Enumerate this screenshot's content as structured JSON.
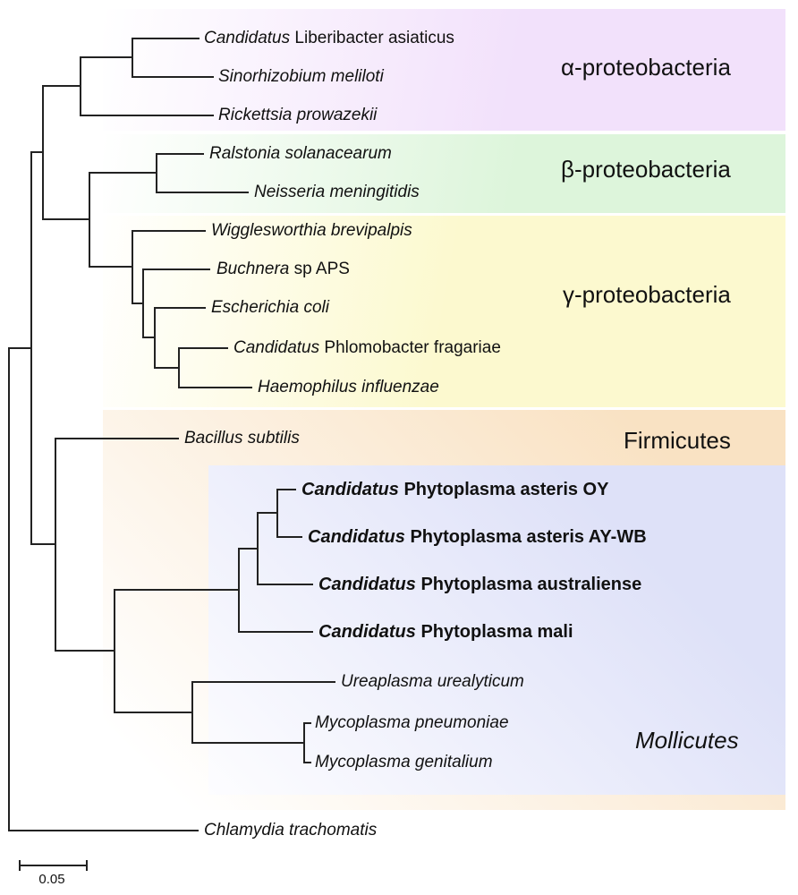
{
  "figure": {
    "type": "phylogenetic-tree",
    "line_color": "#222222"
  },
  "scale_bar": {
    "value": "0.05"
  },
  "groups": [
    {
      "label": "α-proteobacteria",
      "color": "#f2e1fb"
    },
    {
      "label": "β-proteobacteria",
      "color": "#ddf5db"
    },
    {
      "label": "γ-proteobacteria",
      "color": "#fcf9cf"
    },
    {
      "label": "Firmicutes",
      "color": "#f9e2c3"
    },
    {
      "label": "Mollicutes",
      "color": "#dee1f8"
    }
  ],
  "taxa": [
    {
      "it": "Candidatus",
      "rm": " Liberibacter asiaticus"
    },
    {
      "it": "Sinorhizobium meliloti",
      "rm": ""
    },
    {
      "it": "Rickettsia prowazekii",
      "rm": ""
    },
    {
      "it": "Ralstonia solanacearum",
      "rm": ""
    },
    {
      "it": "Neisseria meningitidis",
      "rm": ""
    },
    {
      "it": "Wigglesworthia brevipalpis",
      "rm": ""
    },
    {
      "it": "Buchnera",
      "rm": " sp APS"
    },
    {
      "it": "Escherichia coli",
      "rm": ""
    },
    {
      "it": "Candidatus",
      "rm": " Phlomobacter fragariae"
    },
    {
      "it": "Haemophilus influenzae",
      "rm": ""
    },
    {
      "it": "Bacillus subtilis",
      "rm": ""
    },
    {
      "it": "Candidatus",
      "rm": " Phytoplasma asteris OY",
      "bold": true
    },
    {
      "it": "Candidatus",
      "rm": " Phytoplasma asteris AY-WB",
      "bold": true
    },
    {
      "it": "Candidatus",
      "rm": " Phytoplasma australiense",
      "bold": true
    },
    {
      "it": "Candidatus",
      "rm": " Phytoplasma mali",
      "bold": true
    },
    {
      "it": "Ureaplasma urealyticum",
      "rm": ""
    },
    {
      "it": "Mycoplasma pneumoniae",
      "rm": ""
    },
    {
      "it": "Mycoplasma genitalium",
      "rm": ""
    },
    {
      "it": "Chlamydia trachomatis",
      "rm": ""
    }
  ]
}
